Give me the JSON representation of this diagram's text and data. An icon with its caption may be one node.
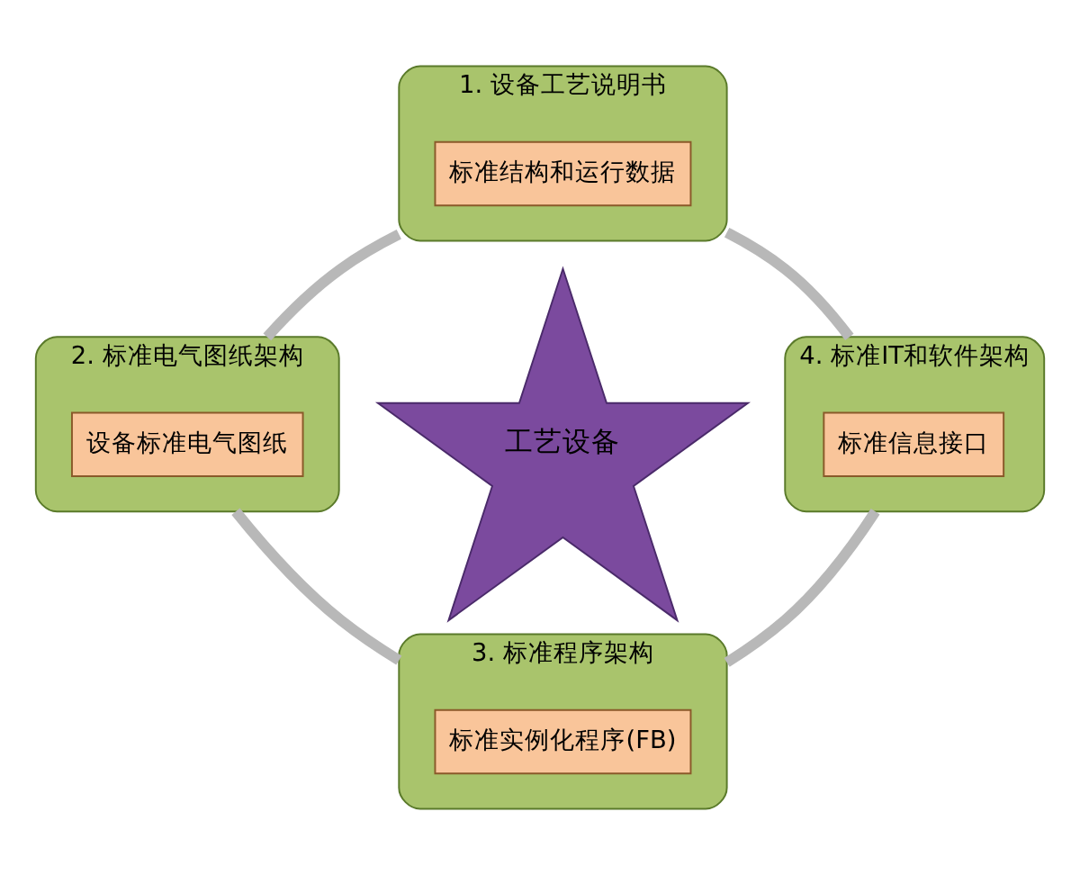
{
  "diagram": {
    "nodes": [
      {
        "text": [
          "1. 设备工艺说明书"
        ]
      },
      {
        "text": [
          "标准结构和运行数据"
        ],
        "in": 0
      },
      {
        "text": [
          "4. 标准IT和软件架构"
        ]
      },
      {
        "text": [
          "标准信息接口"
        ],
        "in": 2
      },
      {
        "text": [
          "3. 标准程序架构"
        ]
      },
      {
        "text": [
          "标准实例化程序(FB)"
        ],
        "in": 4
      },
      {
        "text": [
          "2. 标准电气图纸架构"
        ]
      },
      {
        "text": [
          "设备标准电气图纸"
        ],
        "in": 6
      },
      {
        "text": [
          "工艺设备"
        ]
      }
    ],
    "edges": [
      {
        "from": 0,
        "to": 2,
        "arrow": "none"
      },
      {
        "from": 2,
        "to": 4,
        "arrow": "none"
      },
      {
        "from": 4,
        "to": 6,
        "arrow": "none"
      },
      {
        "from": 6,
        "to": 0,
        "arrow": "none"
      }
    ]
  }
}
